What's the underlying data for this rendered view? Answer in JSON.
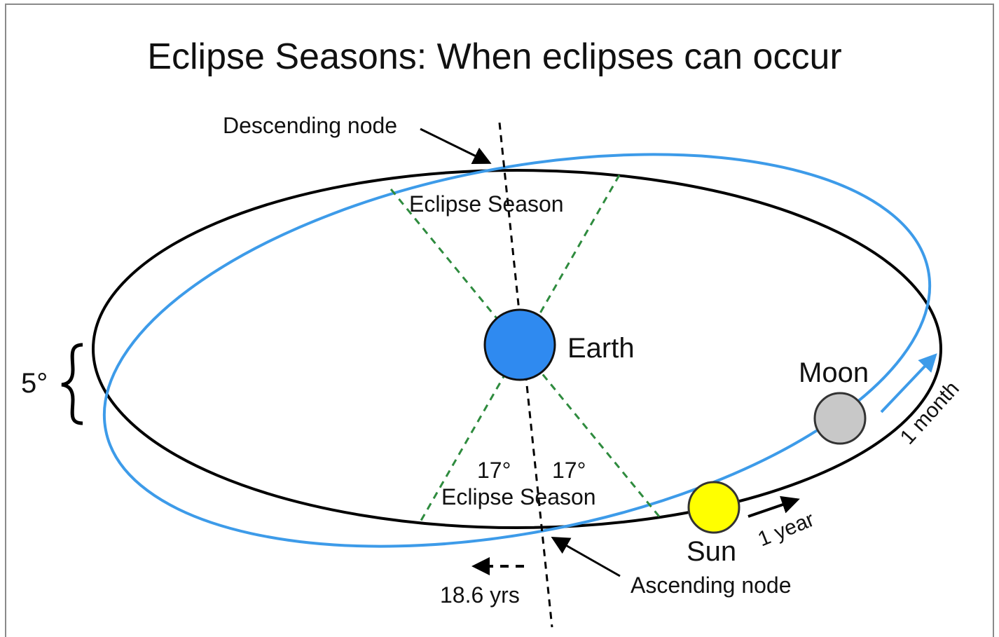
{
  "title": "Eclipse Seasons: When eclipses can occur",
  "labels": {
    "descending_node": "Descending node",
    "ascending_node": "Ascending node",
    "eclipse_season_top": "Eclipse Season",
    "eclipse_season_bottom": "Eclipse Season",
    "angle_left": "17°",
    "angle_right": "17°",
    "earth": "Earth",
    "moon": "Moon",
    "sun": "Sun",
    "inclination": "5°",
    "moon_period": "1 month",
    "sun_period": "1 year",
    "node_precession": "18.6 yrs"
  },
  "colors": {
    "ecliptic_orbit": "#000000",
    "moon_orbit": "#3d9be9",
    "eclipse_season_lines": "#2e8b3e",
    "earth": "#2f8af0",
    "moon": "#c8c8c8",
    "sun": "#ffff00"
  }
}
